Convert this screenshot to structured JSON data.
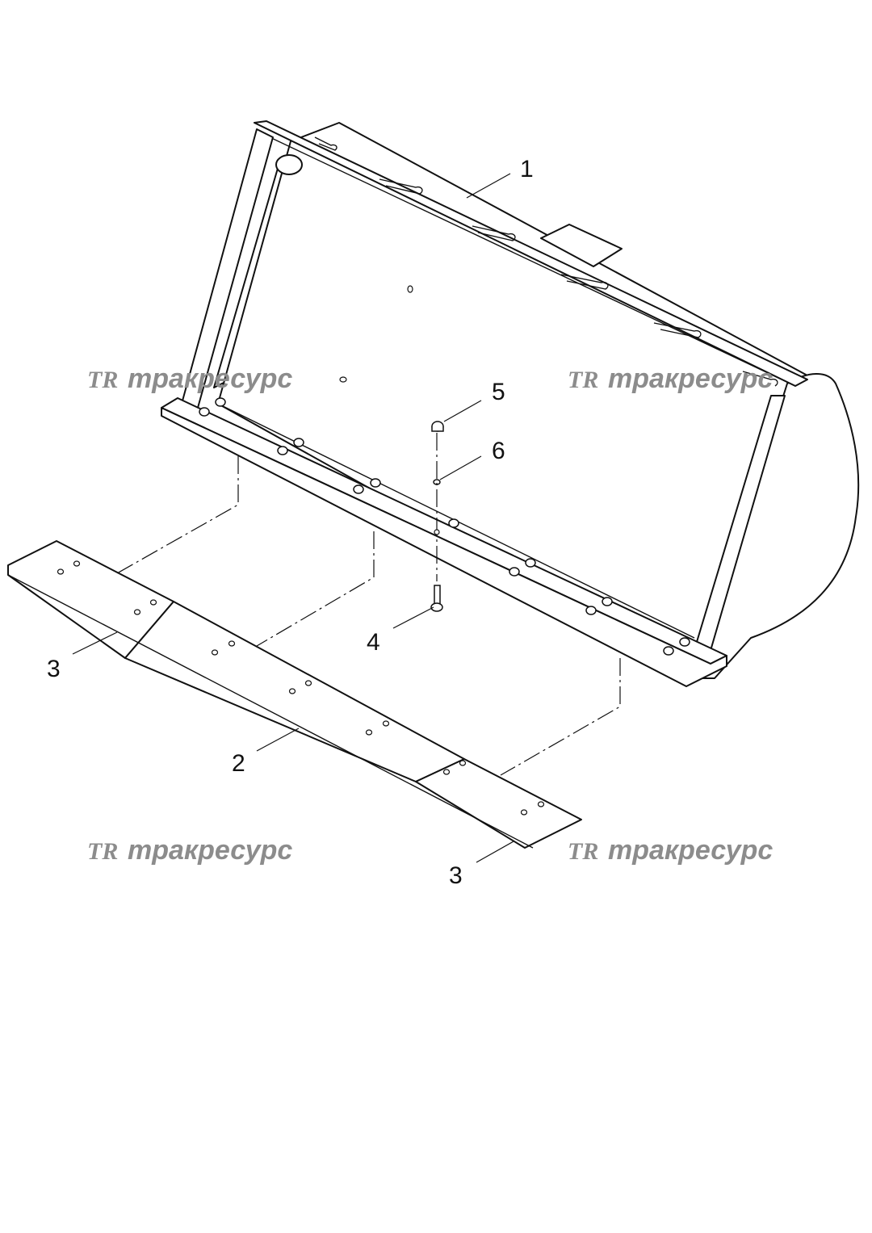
{
  "diagram": {
    "callouts": [
      {
        "id": "callout-1",
        "label": "1"
      },
      {
        "id": "callout-2",
        "label": "2"
      },
      {
        "id": "callout-3a",
        "label": "3"
      },
      {
        "id": "callout-3b",
        "label": "3"
      },
      {
        "id": "callout-4",
        "label": "4"
      },
      {
        "id": "callout-5",
        "label": "5"
      },
      {
        "id": "callout-6",
        "label": "6"
      }
    ]
  },
  "watermark": {
    "logo": "TR",
    "text": "тракресурс"
  }
}
